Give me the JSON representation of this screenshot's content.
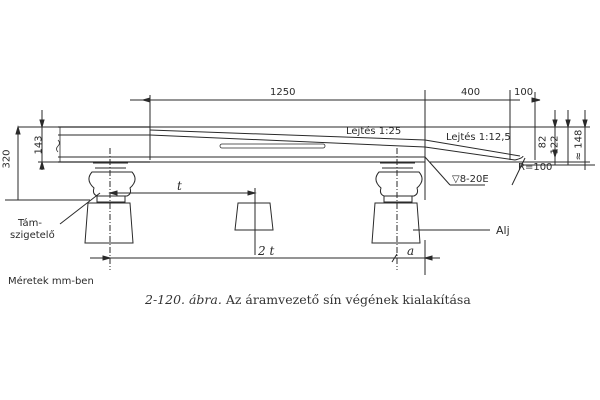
{
  "figure": {
    "caption_number": "2-120. ábra.",
    "caption_text": "Az áramvezető sín végének kialakítása",
    "units_note": "Méretek mm-ben"
  },
  "dimensions": {
    "len_main": "1250",
    "len_mid": "400",
    "len_end": "100",
    "height_total": "320",
    "height_rail": "143",
    "drop_82": "82",
    "drop_122": "122",
    "drop_148": "≈ 148",
    "spacing_t": "t",
    "spacing_2t": "2 t",
    "offset_a": "a",
    "radius": "R=100"
  },
  "annotations": {
    "slope_1": "Lejtés  1:25",
    "slope_2": "Lejtés  1:12,5",
    "weld": "▽8-20E",
    "support_insulator": "Tám-\nszigetelő",
    "support_line1": "Tám-",
    "support_line2": "szigetelő",
    "sleeper": "Alj"
  },
  "colors": {
    "ink": "#2a2a2a",
    "background": "#ffffff"
  }
}
